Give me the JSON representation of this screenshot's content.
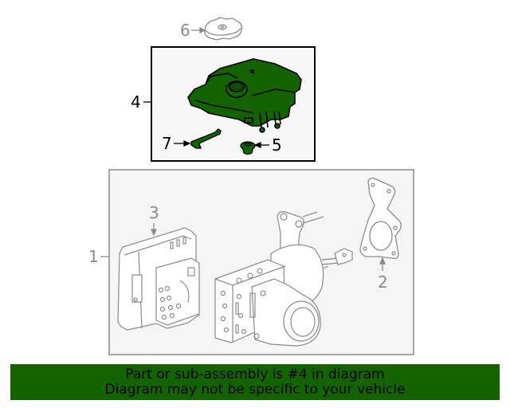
{
  "diagram": {
    "highlight_color": "#136400",
    "outline_color_highlight": "#000000",
    "outline_color_other": "#8a8a8a",
    "group_box_fill": "#f5f5f5",
    "callouts": [
      {
        "id": "1",
        "label": "1",
        "highlighted": false
      },
      {
        "id": "2",
        "label": "2",
        "highlighted": false
      },
      {
        "id": "3",
        "label": "3",
        "highlighted": false
      },
      {
        "id": "4",
        "label": "4",
        "highlighted": true
      },
      {
        "id": "5",
        "label": "5",
        "highlighted": true
      },
      {
        "id": "6",
        "label": "6",
        "highlighted": false
      },
      {
        "id": "7",
        "label": "7",
        "highlighted": true
      }
    ]
  },
  "banner": {
    "line1": "Part or sub-assembly is #4 in diagram",
    "line2": "Diagram may not be specific to your vehicle",
    "background": "#136400"
  }
}
